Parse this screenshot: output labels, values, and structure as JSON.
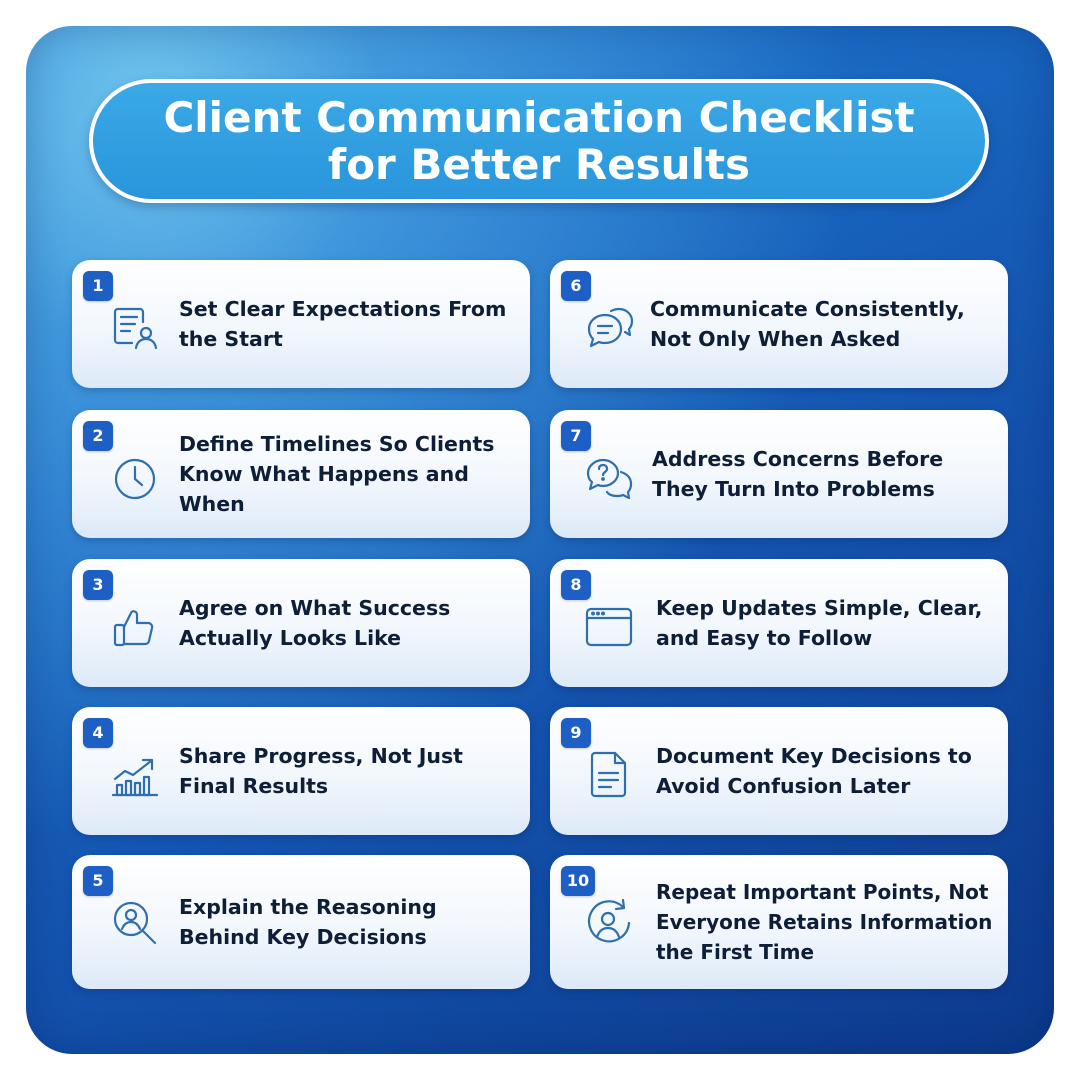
{
  "title": {
    "line1": "Client Communication Checklist",
    "line2": "for Better Results"
  },
  "items": [
    {
      "number": "1",
      "label": "Set Clear Expectations From the Start",
      "icon": "document-person-icon"
    },
    {
      "number": "2",
      "label": "Define Timelines So Clients Know What Happens and When",
      "icon": "clock-icon"
    },
    {
      "number": "3",
      "label": "Agree on What Success Actually Looks Like",
      "icon": "thumbs-up-icon"
    },
    {
      "number": "4",
      "label": "Share Progress, Not Just Final Results",
      "icon": "growth-chart-icon"
    },
    {
      "number": "5",
      "label": "Explain the Reasoning Behind Key Decisions",
      "icon": "person-search-icon"
    },
    {
      "number": "6",
      "label": "Communicate Consistently, Not Only When Asked",
      "icon": "chat-bubbles-icon"
    },
    {
      "number": "7",
      "label": "Address Concerns Before They Turn Into Problems",
      "icon": "question-chat-icon"
    },
    {
      "number": "8",
      "label": "Keep Updates Simple, Clear, and Easy to Follow",
      "icon": "browser-window-icon"
    },
    {
      "number": "9",
      "label": "Document Key Decisions to Avoid Confusion Later",
      "icon": "document-icon"
    },
    {
      "number": "10",
      "label": "Repeat Important Points, Not Everyone Retains Information the First Time",
      "icon": "person-refresh-icon"
    }
  ],
  "colors": {
    "accent": "#1d5fc4",
    "icon_stroke": "#2f6fae",
    "title_pill": "#2a95dc"
  }
}
